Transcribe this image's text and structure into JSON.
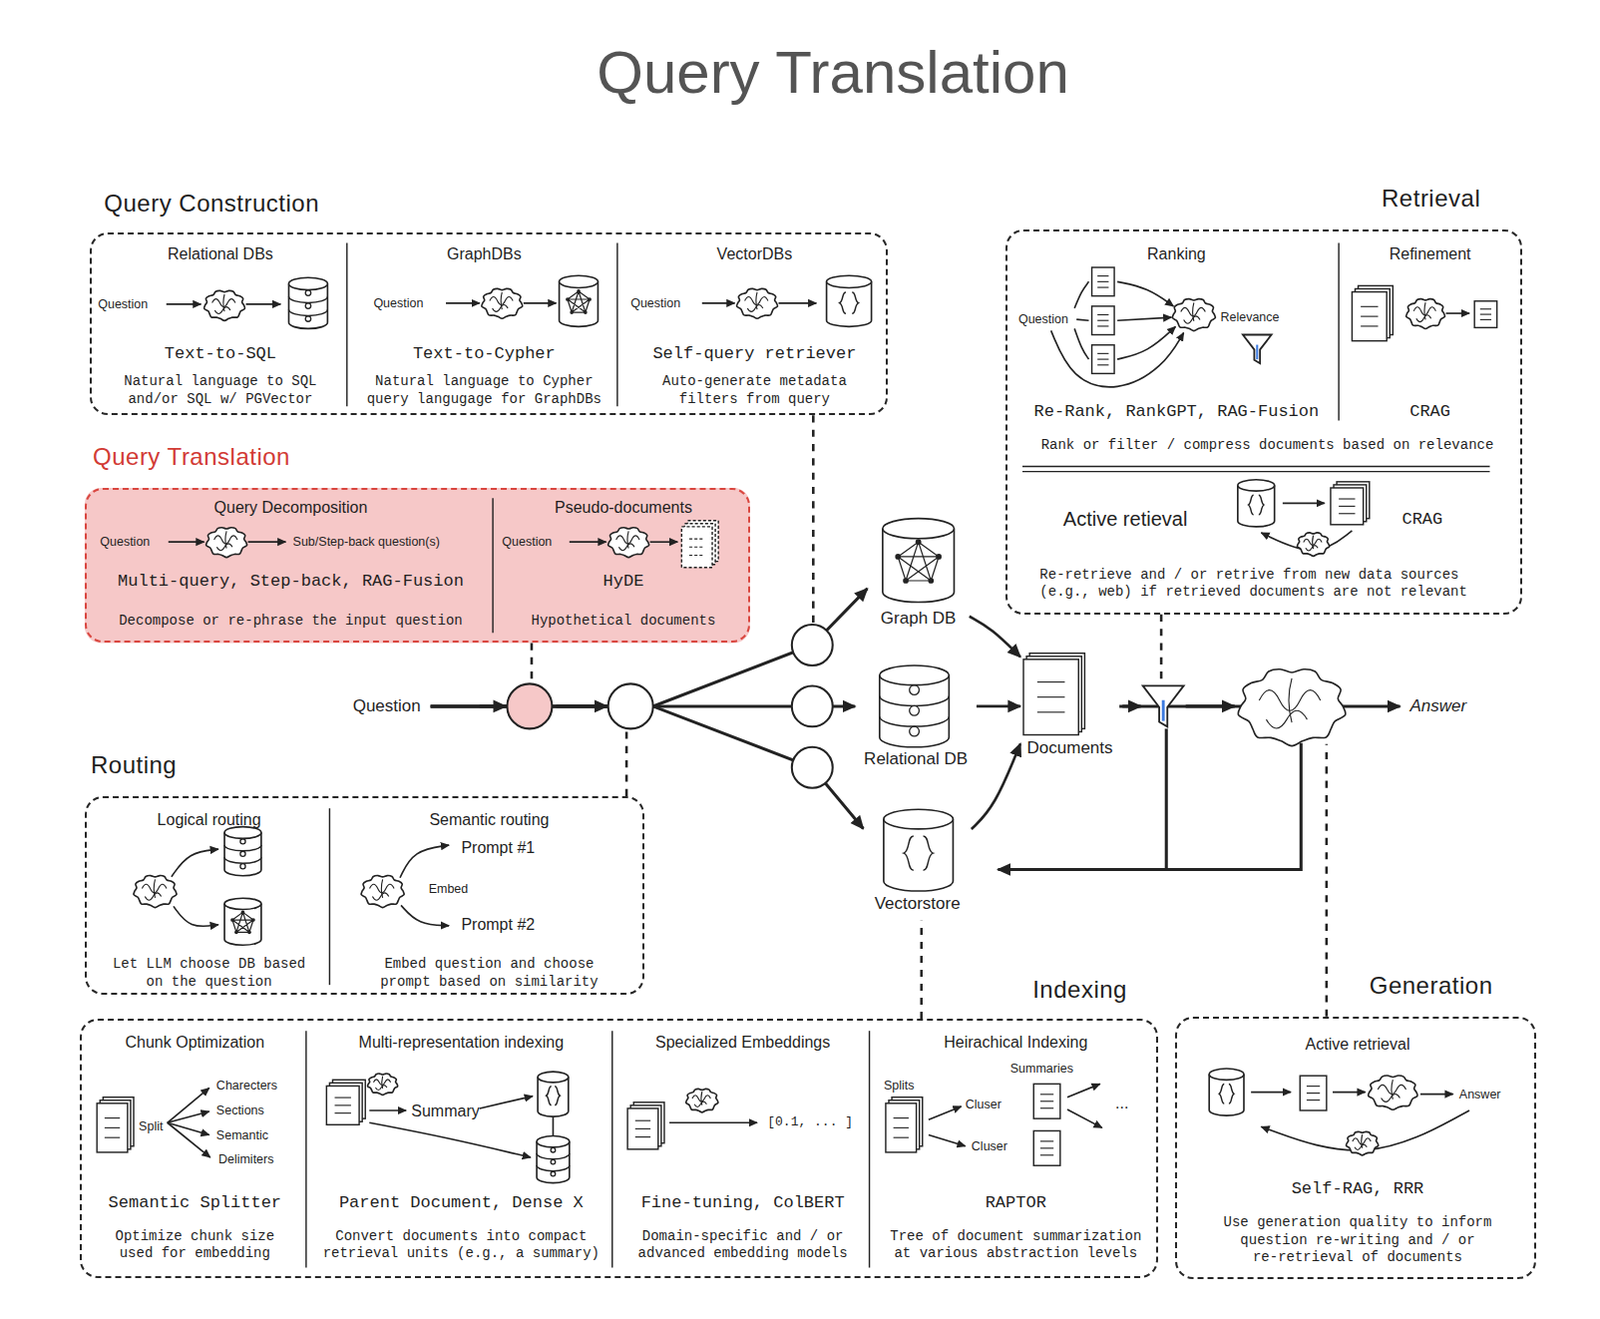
{
  "diagram": {
    "title": "Query Translation",
    "nodes": [
      {
        "text": [
          "Query Construction"
        ]
      },
      {
        "text": [
          "Relational DBs",
          "Text-to-SQL",
          "Natural language to SQL and/or SQL w/ PGVector"
        ],
        "in": 0
      },
      {
        "text": [
          "GraphDBs",
          "Text-to-Cypher",
          "Natural language to Cypher query langugage for GraphDBs"
        ],
        "in": 0
      },
      {
        "text": [
          "VectorDBs",
          "Self-query retriever",
          "Auto-generate metadata filters from query"
        ],
        "in": 0
      },
      {
        "text": [
          "Query Translation"
        ]
      },
      {
        "text": [
          "Query Decomposition",
          "Multi-query, Step-back, RAG-Fusion",
          "Decompose or re-phrase the input question"
        ],
        "in": 4
      },
      {
        "text": [
          "Pseudo-documents",
          "HyDE",
          "Hypothetical documents"
        ],
        "in": 4
      },
      {
        "text": [
          "Routing"
        ]
      },
      {
        "text": [
          "Logical routing",
          "Let LLM choose DB based on the question"
        ],
        "in": 7
      },
      {
        "text": [
          "Semantic routing",
          "Embed question and choose prompt based on similarity"
        ],
        "in": 7
      },
      {
        "text": [
          "Retrieval"
        ]
      },
      {
        "text": [
          "Ranking",
          "Re-Rank, RankGPT, RAG-Fusion"
        ],
        "in": 10
      },
      {
        "text": [
          "Refinement",
          "CRAG"
        ],
        "in": 10
      },
      {
        "text": [
          "Active retieval",
          "CRAG",
          "Re-retrieve and / or retrive from new data sources (e.g., web) if retrieved documents are not relevant"
        ],
        "in": 10
      },
      {
        "text": [
          "Indexing"
        ]
      },
      {
        "text": [
          "Chunk Optimization",
          "Semantic Splitter",
          "Optimize chunk size used for embedding"
        ],
        "in": 14
      },
      {
        "text": [
          "Multi-representation indexing",
          "Parent Document, Dense X",
          "Convert documents into compact retrieval units (e.g., a summary)"
        ],
        "in": 14
      },
      {
        "text": [
          "Specialized Embeddings",
          "Fine-tuning, ColBERT",
          "Domain-specific and / or advanced embedding models"
        ],
        "in": 14
      },
      {
        "text": [
          "Heirachical Indexing",
          "RAPTOR",
          "Tree of document summarization at various abstraction levels"
        ],
        "in": 14
      },
      {
        "text": [
          "Generation"
        ]
      },
      {
        "text": [
          "Active retrieval",
          "Self-RAG, RRR",
          "Use generation quality to inform question re-writing and / or re-retrieval of documents"
        ],
        "in": 19
      },
      {
        "text": [
          "Question"
        ]
      },
      {
        "text": [
          "Graph DB"
        ]
      },
      {
        "text": [
          "Relational DB"
        ]
      },
      {
        "text": [
          "Vectorstore"
        ]
      },
      {
        "text": [
          "Documents"
        ]
      },
      {
        "text": [
          "Answer"
        ]
      }
    ],
    "edges": [
      {
        "from": 21,
        "to": 22,
        "arrow": "to"
      },
      {
        "from": 21,
        "to": 23,
        "arrow": "to"
      },
      {
        "from": 21,
        "to": 24,
        "arrow": "to"
      },
      {
        "from": 22,
        "to": 25,
        "arrow": "to"
      },
      {
        "from": 23,
        "to": 25,
        "arrow": "to"
      },
      {
        "from": 24,
        "to": 25,
        "arrow": "to"
      },
      {
        "from": 25,
        "to": 26,
        "arrow": "to"
      },
      {
        "from": 14,
        "to": 24,
        "arrow": "none"
      }
    ],
    "labels": [
      "Question",
      "Question",
      "Question",
      "Question",
      "Sub/Step-back question(s)",
      "Question",
      "Question",
      "Relevance",
      "Rank or filter / compress documents based on relevance",
      "Prompt #1",
      "Embed",
      "Prompt #2",
      "Charecters",
      "Sections",
      "Split",
      "Semantic",
      "Delimiters",
      "Summary",
      "[0.1, ... ]",
      "Splits",
      "Summaries",
      "Cluser",
      "Cluser",
      "...",
      "Answer"
    ]
  }
}
